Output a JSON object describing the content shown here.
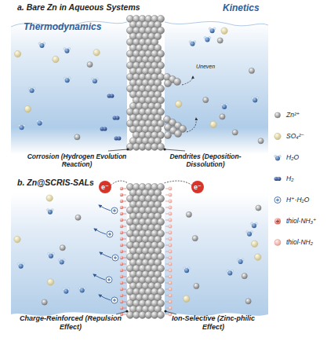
{
  "diagram": {
    "nodes": [
      {
        "text": [
          "a. Bare Zn in Aqueous Systems",
          "Thermodynamics",
          "Kinetics"
        ]
      },
      {
        "text": [
          "b. Zn@SCRIS-SALs"
        ]
      },
      {
        "text": [
          "e⁻"
        ]
      },
      {
        "text": [
          "e⁻"
        ]
      }
    ],
    "labels": [
      "Uneven",
      "Corrosion (Hydrogen Evolution Reaction)",
      "Dendrites (Deposition-Dissolution)",
      "Charge-Reinforced (Repulsion Effect)",
      "Ion-Selective (Zinc-philic Effect)"
    ],
    "legend": [
      {
        "text": "Zn²⁺"
      },
      {
        "text": "SO₄²⁻"
      },
      {
        "text": "H₂O"
      },
      {
        "text": "H₂"
      },
      {
        "text": "H⁺·H₂O"
      },
      {
        "text": "thiol-NH₃⁺"
      },
      {
        "text": "thiol-NH₂"
      }
    ]
  }
}
